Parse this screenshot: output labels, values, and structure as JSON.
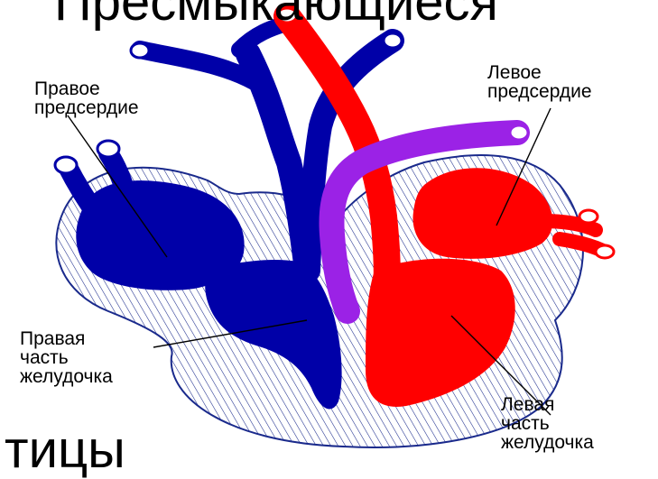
{
  "header_fragment": "Пресмыкающиеся",
  "footer_fragment": "тицы",
  "labels": {
    "right_atrium": "Правое\nпредсердие",
    "left_atrium": "Левое\nпредсердие",
    "right_ventricle": "Правая\nчасть\nжелудочка",
    "left_ventricle": "Левая\nчасть\nжелудочка"
  },
  "colors": {
    "venous_blood": "#0000a8",
    "arterial_blood": "#ff0000",
    "mixed_blood": "#9b22e6",
    "pericardium_hatch": "#1a2a8c"
  }
}
